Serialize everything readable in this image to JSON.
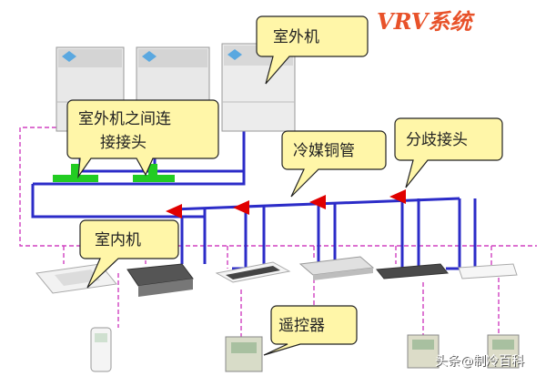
{
  "title": "VRV系统",
  "labels": {
    "outdoor_unit": "室外机",
    "outdoor_joint_line1": "室外机之间连",
    "outdoor_joint_line2": "接接头",
    "refrigerant_pipe": "冷媒铜管",
    "branch_joint": "分歧接头",
    "indoor_unit": "室内机",
    "remote_control": "遥控器"
  },
  "watermark": "头条@制冷百科",
  "colors": {
    "title": "#e8522a",
    "pipe": "#2c2cc8",
    "wire": "#d040c0",
    "arrow": "#e00000",
    "joint": "#22cc22",
    "callout_fill": "#fff6a8",
    "callout_stroke": "#222222"
  }
}
